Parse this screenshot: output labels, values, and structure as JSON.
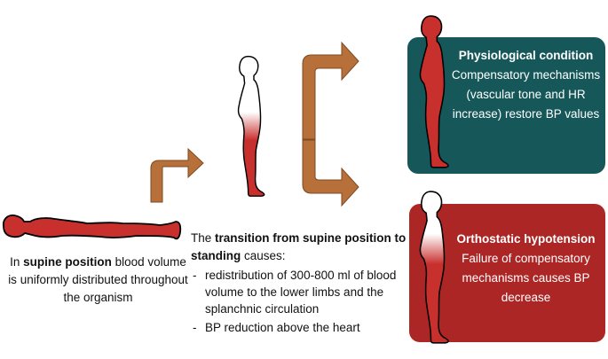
{
  "supine": {
    "prefix": "In ",
    "bold": "supine position",
    "suffix": " blood volume is uniformly distributed throughout the organism"
  },
  "transition": {
    "prefix": "The ",
    "bold": "transition from supine position to standing",
    "suffix": " causes:",
    "items": [
      "redistribution of 300-800 ml of blood volume to the lower limbs and the splanchnic circulation",
      "BP reduction above the heart"
    ]
  },
  "physiological": {
    "title": "Physiological condition",
    "body": "Compensatory mechanisms (vascular tone and HR increase) restore BP values"
  },
  "orthostatic": {
    "title": "Orthostatic hypotension",
    "body": "Failure of compensatory mechanisms causes BP decrease"
  },
  "colors": {
    "red": "#c8302e",
    "teal_box": "#16575a",
    "red_box": "#ad2626",
    "arrow": "#b8703a"
  }
}
